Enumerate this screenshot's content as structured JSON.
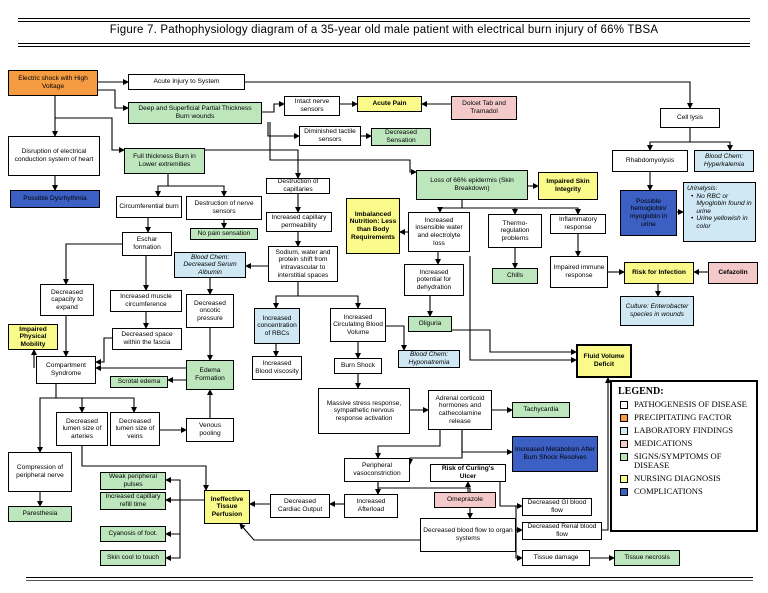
{
  "title": "Figure 7. Pathophysiology diagram of a 35-year old male patient with electrical burn injury of 66% TBSA",
  "colors": {
    "pathogenesis": "#ffffff",
    "precipitating": "#f59c42",
    "laboratory": "#cfe8f3",
    "medications": "#f3c9c9",
    "signs": "#bde6bd",
    "nursing": "#fafa8a",
    "complications": "#3b5fc2"
  },
  "nodes": {
    "electric_shock": "Electric shock with High Voltage",
    "acute_injury": "Acute Injury to System",
    "deep_superficial": "Deep and Superficial Partial Thickness Burn wounds",
    "intact_nerve": "Intact nerve sensors",
    "acute_pain": "Acute Pain",
    "dolcet": "Dolcet Tab and Tramadol",
    "diminished_tactile": "Diminished tactile sensors",
    "decreased_sensation": "Decreased Sensation",
    "cell_lysis": "Cell lysis",
    "disruption_conduction": "Disruption of electrical conduction system of heart",
    "full_thickness": "Full thickness Burn in Lower extremities",
    "possible_dysrhythmia": "Possible Dysrhythmia",
    "destruction_capillaries": "Destruction of capillaries",
    "loss_epidermis": "Loss of 66% epidermis (Skin Breakdown)",
    "impaired_skin": "Impaired Skin Integrity",
    "rhabdomyolysis": "Rhabdomyolysis",
    "hyperkalemia": "Blood Chem: Hyperkalemia",
    "circumferential": "Circumferential burn",
    "destruction_nerve": "Destruction of nerve sensors",
    "no_pain": "No pain sensation",
    "increased_capillary_perm": "Increased capillary permeability",
    "imbalanced_nutrition": "Imbalanced Nutrition: Less than Body Requirements",
    "insensible_water": "Increased insensible water and electrolyte loss",
    "thermoregulation": "Thermo-regulation problems",
    "inflammatory": "Inflammatory response",
    "possible_hemoglobin": "Possible hemoglobin/ myoglobin in urine",
    "urinalysis_title": "Urinalysis:",
    "urinalysis_1": "No RBC or Myoglobin found in urine",
    "urinalysis_2": "Urine yellowish in color",
    "eschar": "Eschar formation",
    "sodium_shift": "Sodium, water and protein shift from intravascular to interstitial spaces",
    "serum_albumin": "Blood Chem: Decreased Serum Albumin",
    "potential_dehydration": "Increased potential for dehydration",
    "chills": "Chills",
    "impaired_immune": "Impaired immune response",
    "risk_infection": "Risk for Infection",
    "cefazolin": "Cefazolin",
    "decreased_capacity": "Decreased capacity to expand",
    "increased_muscle": "Increased muscle circumference",
    "decreased_oncotic": "Decreased oncotic pressure",
    "culture": "Culture: Enterobacter species in wounds",
    "impaired_mobility": "Impaired Physical Mobility",
    "decreased_space": "Decreased space within the fascia",
    "increased_rbc": "Increased concentration of RBCs",
    "increased_circulating": "Increased Circulating Blood Volume",
    "oliguria": "Oliguria",
    "fluid_deficit": "Fluid Volume Deficit",
    "compartment": "Compartment Syndrome",
    "edema": "Edema Formation",
    "scrotal_edema": "Scrotal edema",
    "increased_viscosity": "Increased Blood viscosity",
    "burn_shock": "Burn Shock",
    "hyponatremia": "Blood Chem: Hyponatremia",
    "massive_stress": "Massive stress response, sympathetic nervous response activation",
    "adrenal": "Adrenal corticoid hormones and cathecolamine release",
    "tachycardia": "Tachycardia",
    "lumen_arteries": "Decreased lumen size of arteries",
    "lumen_veins": "Decreased lumen size of veins",
    "venous_pooling": "Venous pooling",
    "metabolism": "Increased Metabolism After Burn Shock Resolves",
    "compression_nerve": "Compression of peripheral nerve",
    "weak_pulses": "Weak peripheral pulses",
    "capillary_refill": "Increased capillary refill time",
    "peripheral_vaso": "Peripheral vasoconstriction",
    "curling": "Risk of Curling's Ulcer",
    "ineffective_perfusion": "Ineffective Tissue Perfusion",
    "decreased_cardiac": "Decreased Cardiac Output",
    "increased_afterload": "Increased Afterload",
    "omeprazole": "Omeprazole",
    "decreased_gi": "Decreased GI blood flow",
    "paresthesia": "Paresthesia",
    "cyanosis": "Cyanosis of foot.",
    "decreased_organ_flow": "Decreased blood flow to organ systems",
    "decreased_renal": "Decreased Renal blood flow",
    "skin_cool": "Skin cool to touch",
    "tissue_damage": "Tissue damage",
    "tissue_necrosis": "Tissue necrosis"
  },
  "legend": {
    "title": "LEGEND:",
    "items": [
      {
        "label": "PATHOGENESIS OF DISEASE",
        "color": "#ffffff"
      },
      {
        "label": "PRECIPITATING FACTOR",
        "color": "#f59c42"
      },
      {
        "label": "LABORATORY FINDINGS",
        "color": "#cfe8f3"
      },
      {
        "label": "MEDICATIONS",
        "color": "#f3c9c9"
      },
      {
        "label": "SIGNS/SYMPTOMS OF DISEASE",
        "color": "#bde6bd"
      },
      {
        "label": "NURSING DIAGNOSIS",
        "color": "#fafa8a"
      },
      {
        "label": "COMPLICATIONS",
        "color": "#3b5fc2"
      }
    ]
  }
}
